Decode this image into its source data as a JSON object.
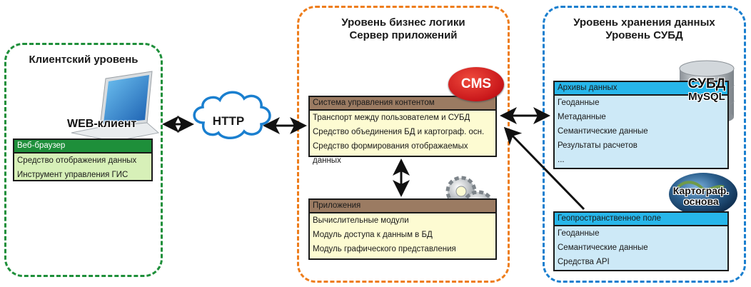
{
  "tiers": {
    "client": {
      "title": "Клиентский уровень",
      "color": "#1e8f3a",
      "device_label": "WEB-клиент",
      "device_icon": "laptop-icon",
      "box": {
        "header": "Веб-браузер",
        "items": [
          "Средство отображения данных",
          "Инструмент управления ГИС"
        ]
      }
    },
    "logic": {
      "title_line1": "Уровень бизнес логики",
      "title_line2": "Сервер приложений",
      "color": "#ee7d1b",
      "cms_badge": "CMS",
      "cms_box": {
        "header": "Система управления контентом",
        "items": [
          "Транспорт между пользователем и СУБД",
          "Средство объединения БД и картограф. осн.",
          "Средство формирования отображаемых данных"
        ]
      },
      "gears_icon": "gears-icon",
      "apps_box": {
        "header": "Приложения",
        "items": [
          "Вычислительные модули",
          "Модуль доступа к данным в БД",
          "Модуль графического представления"
        ]
      }
    },
    "data": {
      "title_line1": "Уровень хранения данных",
      "title_line2": "Уровень СУБД",
      "color": "#1a7fcf",
      "db_label_line1": "СУБД",
      "db_label_line2": "MySQL",
      "db_icon": "database-icon",
      "archive_box": {
        "header": "Архивы данных",
        "items": [
          "Геоданные",
          "Метаданные",
          "Семантические данные",
          "Результаты расчетов",
          "..."
        ]
      },
      "globe_label_line1": "Картограф.",
      "globe_label_line2": "основа",
      "globe_icon": "globe-icon",
      "geo_box": {
        "header": "Геопространственное поле",
        "items": [
          "Геоданные",
          "Семантические данные",
          "Средства API"
        ]
      }
    }
  },
  "connector": {
    "label": "HTTP",
    "icon": "cloud-icon",
    "color": "#1a7fcf"
  }
}
